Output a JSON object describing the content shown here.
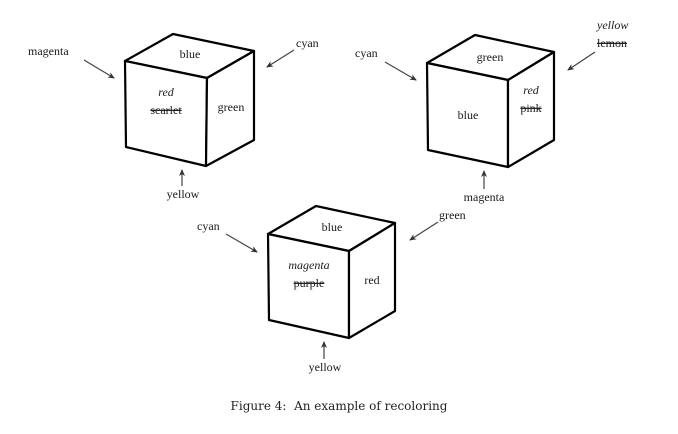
{
  "cubes": [
    {
      "name": "cube-1",
      "top": "blue",
      "front_new": "red",
      "front_old": "scarlet",
      "right": "green",
      "arrows": {
        "left": "magenta",
        "right": "cyan",
        "bottom": "yellow"
      }
    },
    {
      "name": "cube-2",
      "top": "green",
      "front": "blue",
      "right_new": "red",
      "right_old": "pink",
      "arrows": {
        "left": "cyan",
        "right_new": "yellow",
        "right_old": "lemon",
        "bottom": "magenta"
      }
    },
    {
      "name": "cube-3",
      "top": "blue",
      "front_new": "magenta",
      "front_old": "purple",
      "right": "red",
      "arrows": {
        "left": "cyan",
        "right": "green",
        "bottom": "yellow"
      }
    }
  ],
  "caption": "Figure 4:  An example of recoloring"
}
